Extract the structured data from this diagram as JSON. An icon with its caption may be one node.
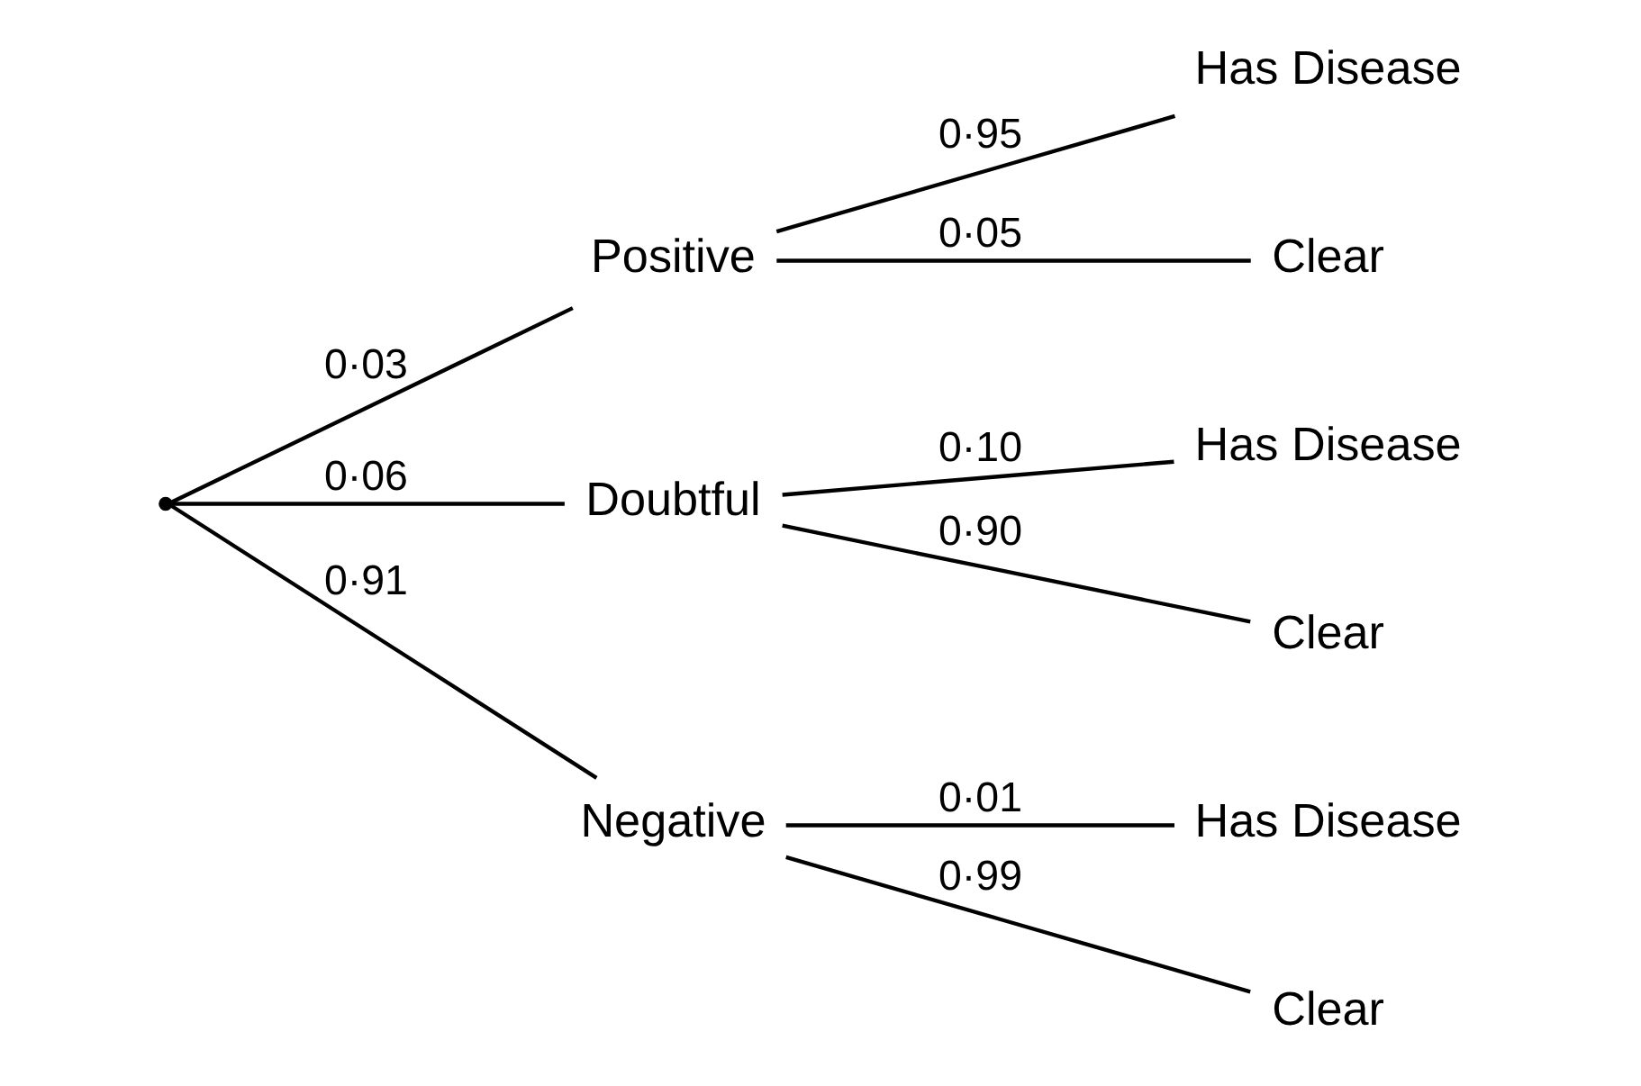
{
  "diagram": {
    "nodes": [
      {
        "text": [],
        "shape": "point"
      },
      {
        "text": [
          "Positive"
        ]
      },
      {
        "text": [
          "Doubtful"
        ]
      },
      {
        "text": [
          "Negative"
        ]
      },
      {
        "text": [
          "Has Disease"
        ]
      },
      {
        "text": [
          "Clear"
        ]
      },
      {
        "text": [
          "Has Disease"
        ]
      },
      {
        "text": [
          "Clear"
        ]
      },
      {
        "text": [
          "Has Disease"
        ]
      },
      {
        "text": [
          "Clear"
        ]
      }
    ],
    "edges": [
      {
        "from": 0,
        "to": 1,
        "arrow": "none",
        "label": "0·03"
      },
      {
        "from": 0,
        "to": 2,
        "arrow": "none",
        "label": "0·06"
      },
      {
        "from": 0,
        "to": 3,
        "arrow": "none",
        "label": "0·91"
      },
      {
        "from": 1,
        "to": 4,
        "arrow": "none",
        "label": "0·95"
      },
      {
        "from": 1,
        "to": 5,
        "arrow": "none",
        "label": "0·05"
      },
      {
        "from": 2,
        "to": 6,
        "arrow": "none",
        "label": "0·10"
      },
      {
        "from": 2,
        "to": 7,
        "arrow": "none",
        "label": "0·90"
      },
      {
        "from": 3,
        "to": 8,
        "arrow": "none",
        "label": "0·01"
      },
      {
        "from": 3,
        "to": 9,
        "arrow": "none",
        "label": "0·99"
      }
    ]
  }
}
